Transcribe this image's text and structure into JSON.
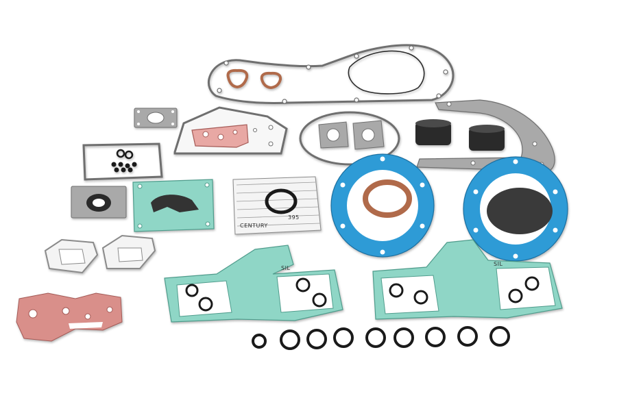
{
  "colors": {
    "background": "#ffffff",
    "gasket_grey": "#a9a9a9",
    "gasket_grey_dark": "#6f6f6f",
    "gasket_green": "#8fd6c6",
    "gasket_green_edge": "#4f9c8c",
    "gasket_blue": "#2e9bd6",
    "gasket_blue_edge": "#1b6fa0",
    "gasket_pink": "#d98f8a",
    "gasket_pink_edge": "#a45a56",
    "gasket_white": "#f4f4f4",
    "gasket_white_edge": "#8a8a8a",
    "seal_copper": "#b06a4a",
    "oring_black": "#1a1a1a",
    "graphite": "#333333"
  },
  "printed_marks": {
    "left_head_gasket_text": "SIL",
    "right_head_gasket_text": "SIL",
    "cover_gasket_text_1": "CENTURY",
    "cover_gasket_text_2": "395"
  }
}
